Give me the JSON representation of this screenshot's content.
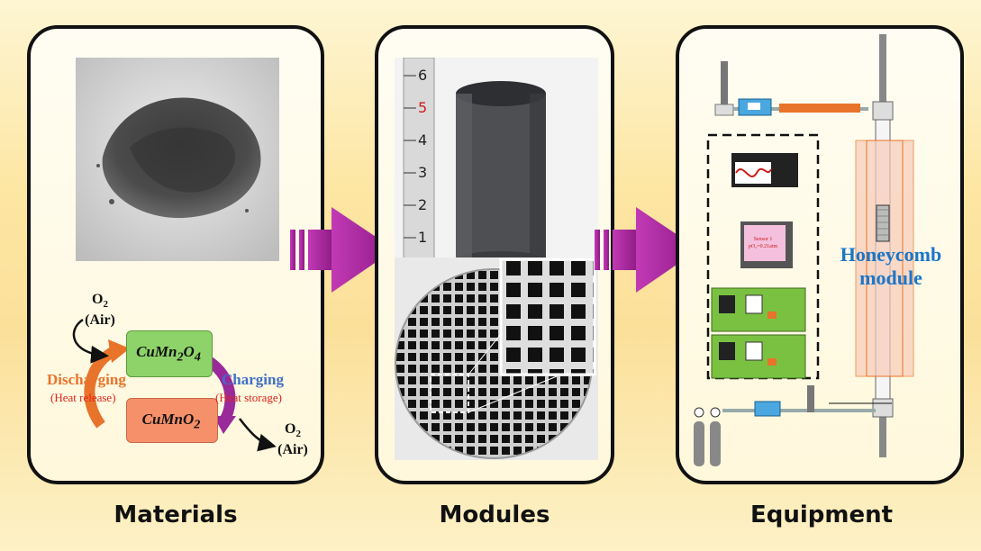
{
  "captions": {
    "materials": "Materials",
    "modules": "Modules",
    "equipment": "Equipment"
  },
  "cycle": {
    "oxidized": {
      "base": "CuMn",
      "sub1": "2",
      "mid": "O",
      "sub2": "4"
    },
    "reduced": {
      "base": "CuMnO",
      "sub": "2"
    },
    "o2_top": {
      "label": "O",
      "sub": "2",
      "note": "(Air)"
    },
    "o2_bottom": {
      "label": "O",
      "sub": "2",
      "note": "(Air)"
    },
    "discharging": "Discharging",
    "heat_release": "(Heat release)",
    "charging": "Charging",
    "heat_storage": "(Heat storage)"
  },
  "equipment": {
    "honeycomb_label_1": "Honeycomb",
    "honeycomb_label_2": "module",
    "sensor_line1": "Sensor 1",
    "sensor_line2": "pO₂=0.21atm"
  },
  "colors": {
    "arrow": "#a8209a",
    "discharging": "#e8732a",
    "heat_text": "#e0231b",
    "charging": "#3f6fc6",
    "charging_arrow": "#9a2a9a",
    "oxidized_box": "#8ed36a",
    "reduced_box": "#f6906a",
    "honeycomb_text": "#1b76c8",
    "heater": "#f7cbb8"
  }
}
